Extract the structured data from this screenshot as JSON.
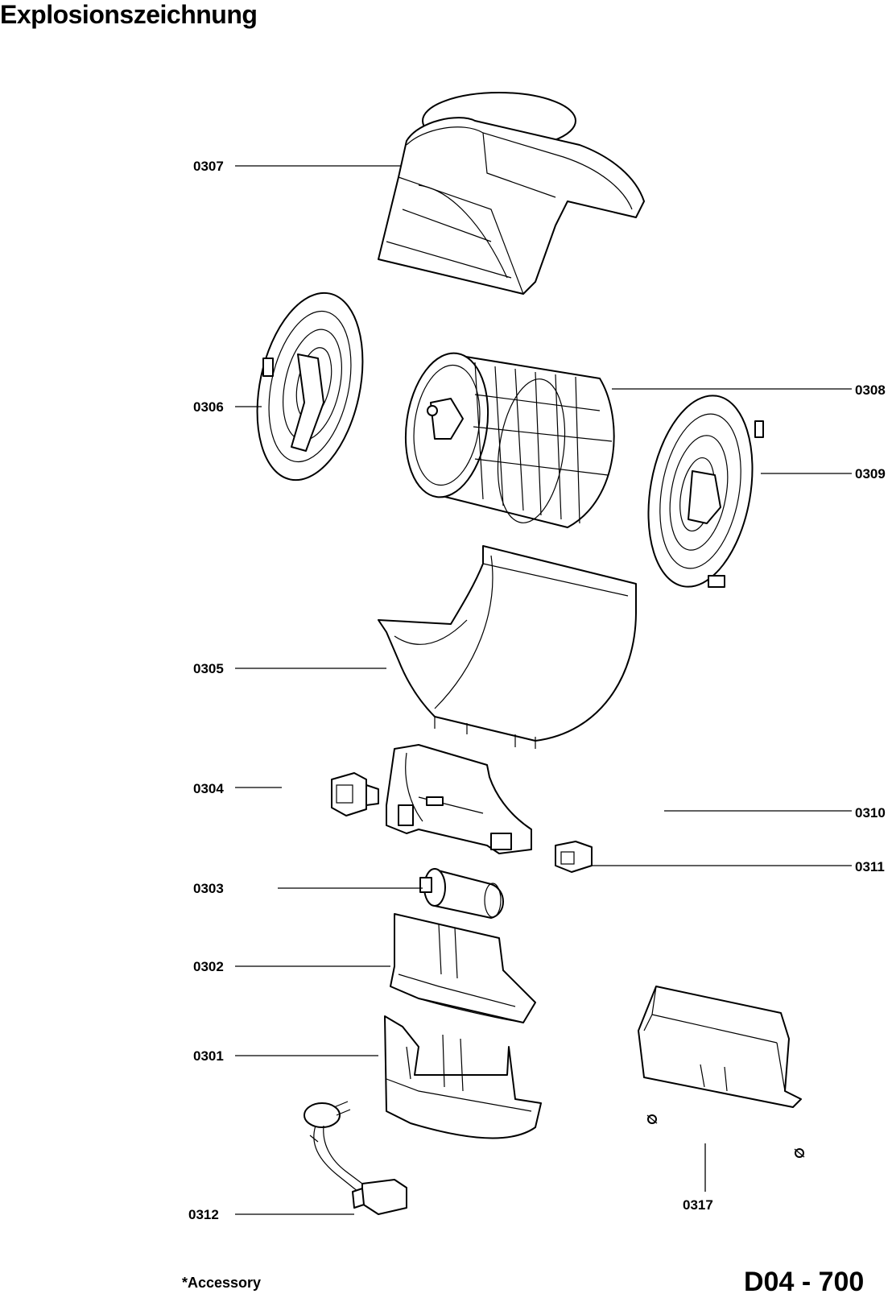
{
  "title": "Explosionszeichnung",
  "footer": {
    "note": "*Accessory",
    "drawing_code": "D04 - 700"
  },
  "callouts": [
    {
      "id": "0307",
      "part": "top-housing"
    },
    {
      "id": "0306",
      "part": "left-side-cover"
    },
    {
      "id": "0308",
      "part": "fan-wheel"
    },
    {
      "id": "0309",
      "part": "right-side-cover"
    },
    {
      "id": "0305",
      "part": "lower-housing"
    },
    {
      "id": "0304",
      "part": "connector-block"
    },
    {
      "id": "0310",
      "part": "motor-bracket"
    },
    {
      "id": "0311",
      "part": "small-connector"
    },
    {
      "id": "0303",
      "part": "capacitor"
    },
    {
      "id": "0302",
      "part": "cover-plate"
    },
    {
      "id": "0301",
      "part": "base-tray"
    },
    {
      "id": "0312",
      "part": "power-cord"
    },
    {
      "id": "0317",
      "part": "mounting-bracket"
    }
  ]
}
